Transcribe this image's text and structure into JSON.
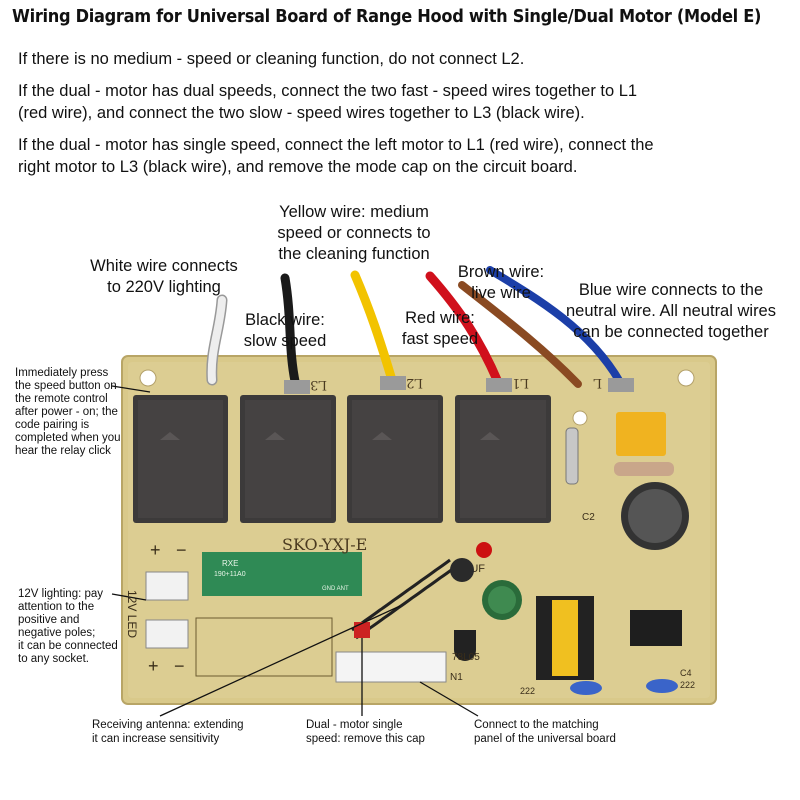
{
  "title": "Wiring Diagram for Universal Board of Range Hood with Single/Dual Motor (Model E)",
  "instructions": {
    "line1": "If there is no medium - speed or cleaning function, do not connect L2.",
    "line2a": "If the dual - motor has dual speeds, connect the two fast - speed wires together to L1",
    "line2b": "(red wire), and connect the two slow - speed wires together to L3 (black wire).",
    "line3a": "If the dual - motor has single speed, connect the left motor to L1 (red wire), connect the",
    "line3b": "right motor to L3 (black wire), and remove the mode cap on the circuit board."
  },
  "wire_labels": {
    "yellow": [
      "Yellow wire: medium",
      "speed or connects to",
      "the cleaning function"
    ],
    "white": [
      "White wire connects",
      "to 220V lighting"
    ],
    "black": [
      "Black wire:",
      "slow speed"
    ],
    "red": [
      "Red wire:",
      "fast speed"
    ],
    "brown": [
      "Brown wire:",
      "live wire"
    ],
    "blue": [
      "Blue wire connects to the",
      "neutral wire. All neutral wires",
      "can be connected together"
    ]
  },
  "side_notes": {
    "pairing": [
      "Immediately press",
      "the speed button on",
      "the remote control",
      "after power - on; the",
      "code pairing is",
      "completed when you",
      "hear the relay click"
    ],
    "lighting": [
      "12V lighting: pay",
      "attention to the",
      "positive and",
      "negative poles;",
      "it can be connected",
      "to any socket."
    ]
  },
  "bottom_captions": {
    "antenna": [
      "Receiving antenna: extending",
      "it can increase sensitivity"
    ],
    "mode_cap": [
      "Dual - motor single",
      "speed: remove this cap"
    ],
    "panel": [
      "Connect to the matching",
      "panel of the universal board"
    ]
  },
  "board_markings": {
    "terminals": [
      "L3",
      "L2",
      "L1",
      "L"
    ],
    "model": "SKO-YXJ-E",
    "cap": "470UF",
    "regulator": "78L05",
    "connector": "N1",
    "c2": "C2",
    "c4": "C4",
    "c222a": "222",
    "c222b": "222",
    "pins": "GND ANT",
    "module": "RXE",
    "module_sub": "190+11A0",
    "side_label": "12V LED"
  },
  "colors": {
    "board": "#d9c98a",
    "relay": "#3c3a3a",
    "wire_white": "#eeeeee",
    "wire_black": "#1a1a1a",
    "wire_yellow": "#f2c300",
    "wire_red": "#d0101c",
    "wire_brown": "#8a4a22",
    "wire_blue": "#1c3fa8",
    "leader": "#111111"
  }
}
